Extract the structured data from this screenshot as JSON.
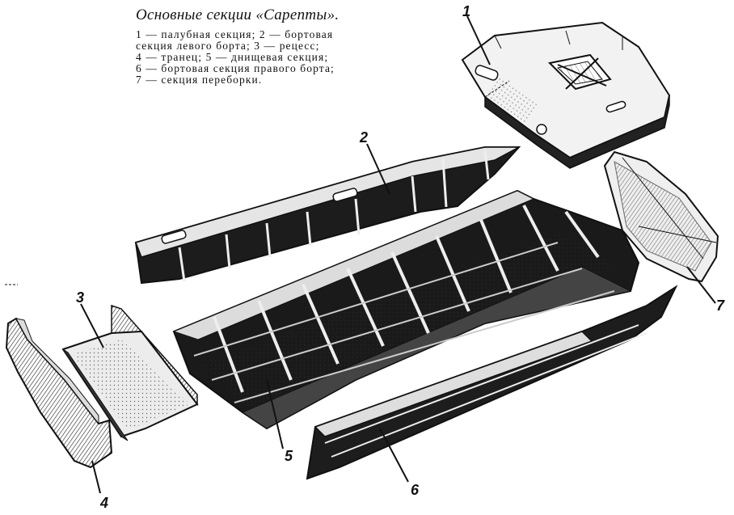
{
  "caption": {
    "title": "Основные секции «Сарепты».",
    "lines": [
      "1 — палубная секция; 2 — бортовая",
      "секция левого борта; 3 — рецесс;",
      "4 — транец; 5 — днищевая секция;",
      "6 — бортовая секция правого борта;",
      "7 — секция переборки."
    ]
  },
  "labels": {
    "s1": "1",
    "s2": "2",
    "s3": "3",
    "s4": "4",
    "s5": "5",
    "s6": "6",
    "s7": "7"
  },
  "colors": {
    "ink": "#111111",
    "paper": "#ffffff",
    "shade": "#2a2a2a",
    "midtone": "#777777",
    "light": "#d9d9d9"
  }
}
